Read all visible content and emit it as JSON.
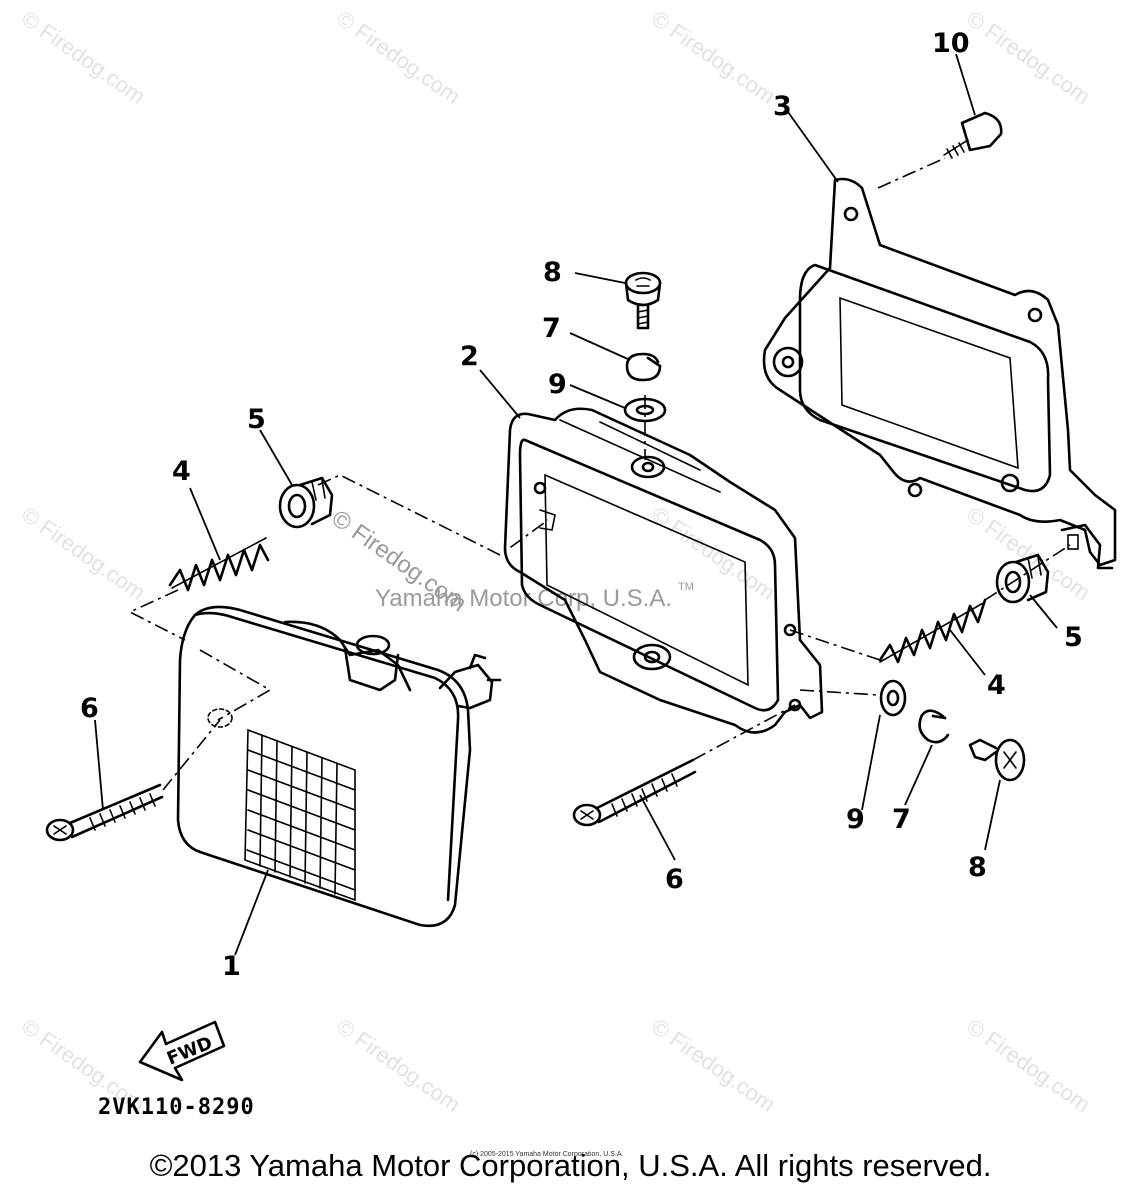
{
  "diagram": {
    "watermark": "© Firedog.com",
    "watermark_center": "© Firedog.com",
    "watermark_brand": "Yamaha Motor Corp, U.S.A.",
    "watermark_tm": "TM",
    "diagram_code": "2VK110-8290",
    "fwd_label": "FWD",
    "small_copyright": "(c) 2005-2015 Yamaha Motor Corporation, U.S.A.",
    "copyright": "©2013 Yamaha Motor Corporation, U.S.A. All rights reserved.",
    "callouts": {
      "c1": "1",
      "c2": "2",
      "c3": "3",
      "c4a": "4",
      "c4b": "4",
      "c5a": "5",
      "c5b": "5",
      "c6a": "6",
      "c6b": "6",
      "c7a": "7",
      "c7b": "7",
      "c8a": "8",
      "c8b": "8",
      "c9a": "9",
      "c9b": "9",
      "c10": "10"
    }
  }
}
